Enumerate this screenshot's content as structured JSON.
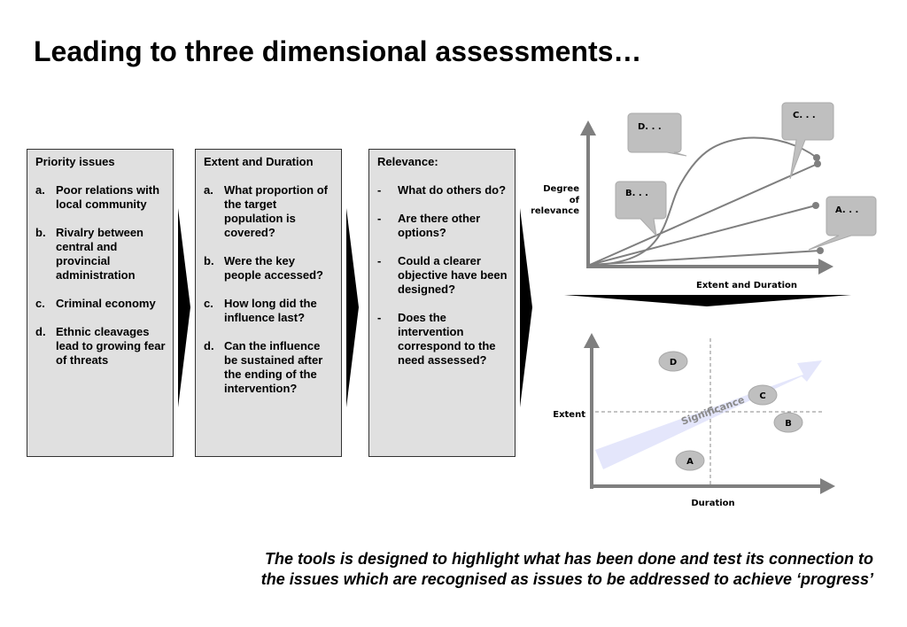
{
  "title": "Leading to three dimensional assessments…",
  "boxes": [
    {
      "heading": "Priority issues",
      "items": [
        {
          "marker": "a.",
          "text": "Poor relations with local community"
        },
        {
          "marker": "b.",
          "text": "Rivalry between central and provincial administration"
        },
        {
          "marker": "c.",
          "text": "Criminal economy"
        },
        {
          "marker": "d.",
          "text": "Ethnic cleavages lead to growing fear of threats"
        }
      ]
    },
    {
      "heading": "Extent and Duration",
      "items": [
        {
          "marker": "a.",
          "text": "What proportion of the target population is covered?"
        },
        {
          "marker": "b.",
          "text": "Were the key people accessed?"
        },
        {
          "marker": "c.",
          "text": "How long did the influence last?"
        },
        {
          "marker": "d.",
          "text": "Can the influence be sustained after the ending of the intervention?"
        }
      ]
    },
    {
      "heading": "Relevance:",
      "items": [
        {
          "marker": "-",
          "text": "What do others do?"
        },
        {
          "marker": "-",
          "text": "Are there other options?"
        },
        {
          "marker": "-",
          "text": "Could a clearer objective have been designed?"
        },
        {
          "marker": "-",
          "text": "Does the intervention correspond to the need assessed?"
        }
      ]
    }
  ],
  "top_chart": {
    "ylabel": [
      "Degree",
      "of",
      "relevance"
    ],
    "xlabel": "Extent and Duration",
    "callouts": {
      "d": "D. . .",
      "c": "C. . .",
      "b": "B. . .",
      "a": "A. . ."
    }
  },
  "bottom_chart": {
    "ylabel": "Extent",
    "xlabel": "Duration",
    "arrow_label": "Significance",
    "points": {
      "d": "D",
      "c": "C",
      "b": "B",
      "a": "A"
    }
  },
  "footer": {
    "line1": "The tools is designed to highlight what has been done and test its connection to",
    "line2": "the issues which are recognised as issues to be addressed to achieve ‘progress’"
  },
  "colors": {
    "box_fill": "#e0e0e0",
    "axis": "#7f7f7f",
    "callout": "#bfbfbf",
    "arrow": "#e4e6fb"
  }
}
